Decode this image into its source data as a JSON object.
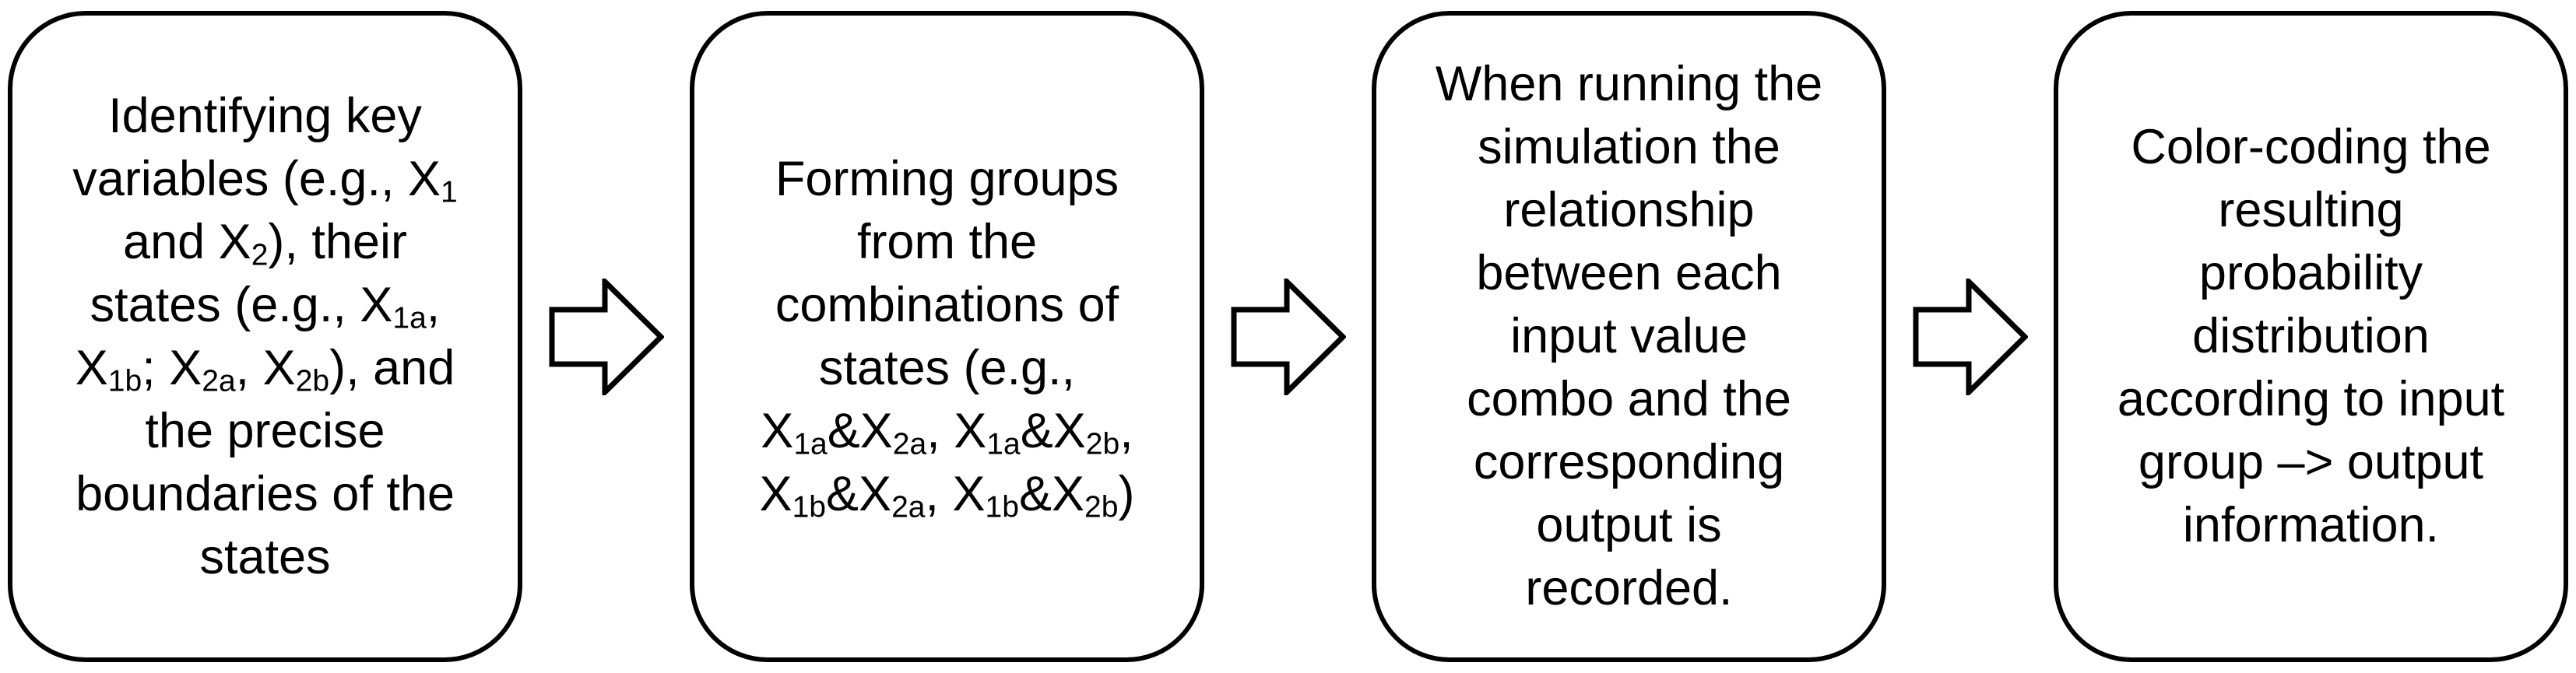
{
  "diagram": {
    "type": "flowchart",
    "direction": "left-to-right",
    "box_fill": "#ffffff",
    "box_border_color": "#000000",
    "text_color": "#000000",
    "arrow_fill": "#ffffff",
    "arrow_border_color": "#000000",
    "steps": [
      {
        "name": "identify-variables",
        "lines": [
          "Identifying key",
          "variables (e.g., X_{1}",
          "and X_{2}), their",
          "states (e.g., X_{1a},",
          "X_{1b}; X_{2a}, X_{2b}), and",
          "the precise",
          "boundaries of the",
          "states"
        ]
      },
      {
        "name": "form-groups",
        "lines": [
          "Forming groups",
          "from the",
          "combinations of",
          "states (e.g.,",
          "X_{1a}&X_{2a}, X_{1a}&X_{2b},",
          "X_{1b}&X_{2a}, X_{1b}&X_{2b})"
        ]
      },
      {
        "name": "run-simulation",
        "lines": [
          "When running the",
          "simulation the",
          "relationship",
          "between each",
          "input value",
          "combo and the",
          "corresponding",
          "output is",
          "recorded."
        ]
      },
      {
        "name": "color-code-distribution",
        "lines": [
          "Color-coding the",
          "resulting",
          "probability",
          "distribution",
          "according to input",
          "group –> output",
          "information."
        ]
      }
    ]
  }
}
